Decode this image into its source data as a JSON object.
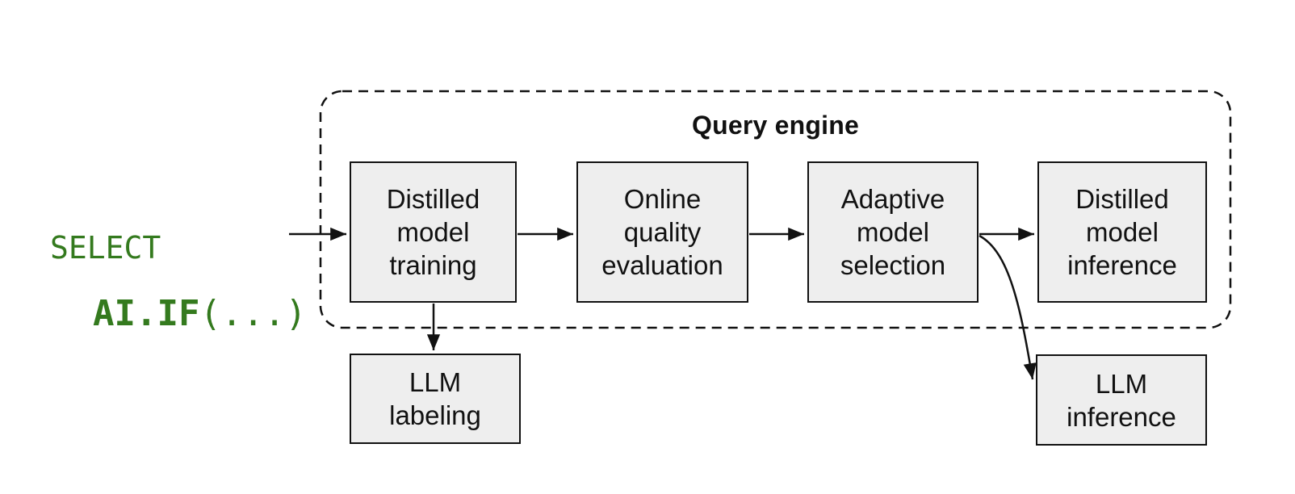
{
  "diagram": {
    "boundary_title": "Query engine",
    "code": {
      "line1": "SELECT",
      "indent": "  ",
      "keyword": "AI.IF",
      "args": "(...)"
    },
    "nodes": [
      {
        "id": "distilled-model-training",
        "label": "Distilled\nmodel\ntraining"
      },
      {
        "id": "online-quality-evaluation",
        "label": "Online\nquality\nevaluation"
      },
      {
        "id": "adaptive-model-selection",
        "label": "Adaptive\nmodel\nselection"
      },
      {
        "id": "distilled-model-inference",
        "label": "Distilled\nmodel\ninference"
      },
      {
        "id": "llm-labeling",
        "label": "LLM\nlabeling"
      },
      {
        "id": "llm-inference",
        "label": "LLM\ninference"
      }
    ],
    "edges": [
      {
        "from": "query",
        "to": "distilled-model-training"
      },
      {
        "from": "distilled-model-training",
        "to": "online-quality-evaluation"
      },
      {
        "from": "online-quality-evaluation",
        "to": "adaptive-model-selection"
      },
      {
        "from": "adaptive-model-selection",
        "to": "distilled-model-inference"
      },
      {
        "from": "distilled-model-training",
        "to": "llm-labeling"
      },
      {
        "from": "adaptive-model-selection",
        "to": "llm-inference"
      }
    ]
  },
  "colors": {
    "code-green": "#347a1e",
    "node-fill": "#eeeeee",
    "node-border": "#111111",
    "line": "#111111",
    "text": "#111111",
    "background": "#ffffff"
  }
}
